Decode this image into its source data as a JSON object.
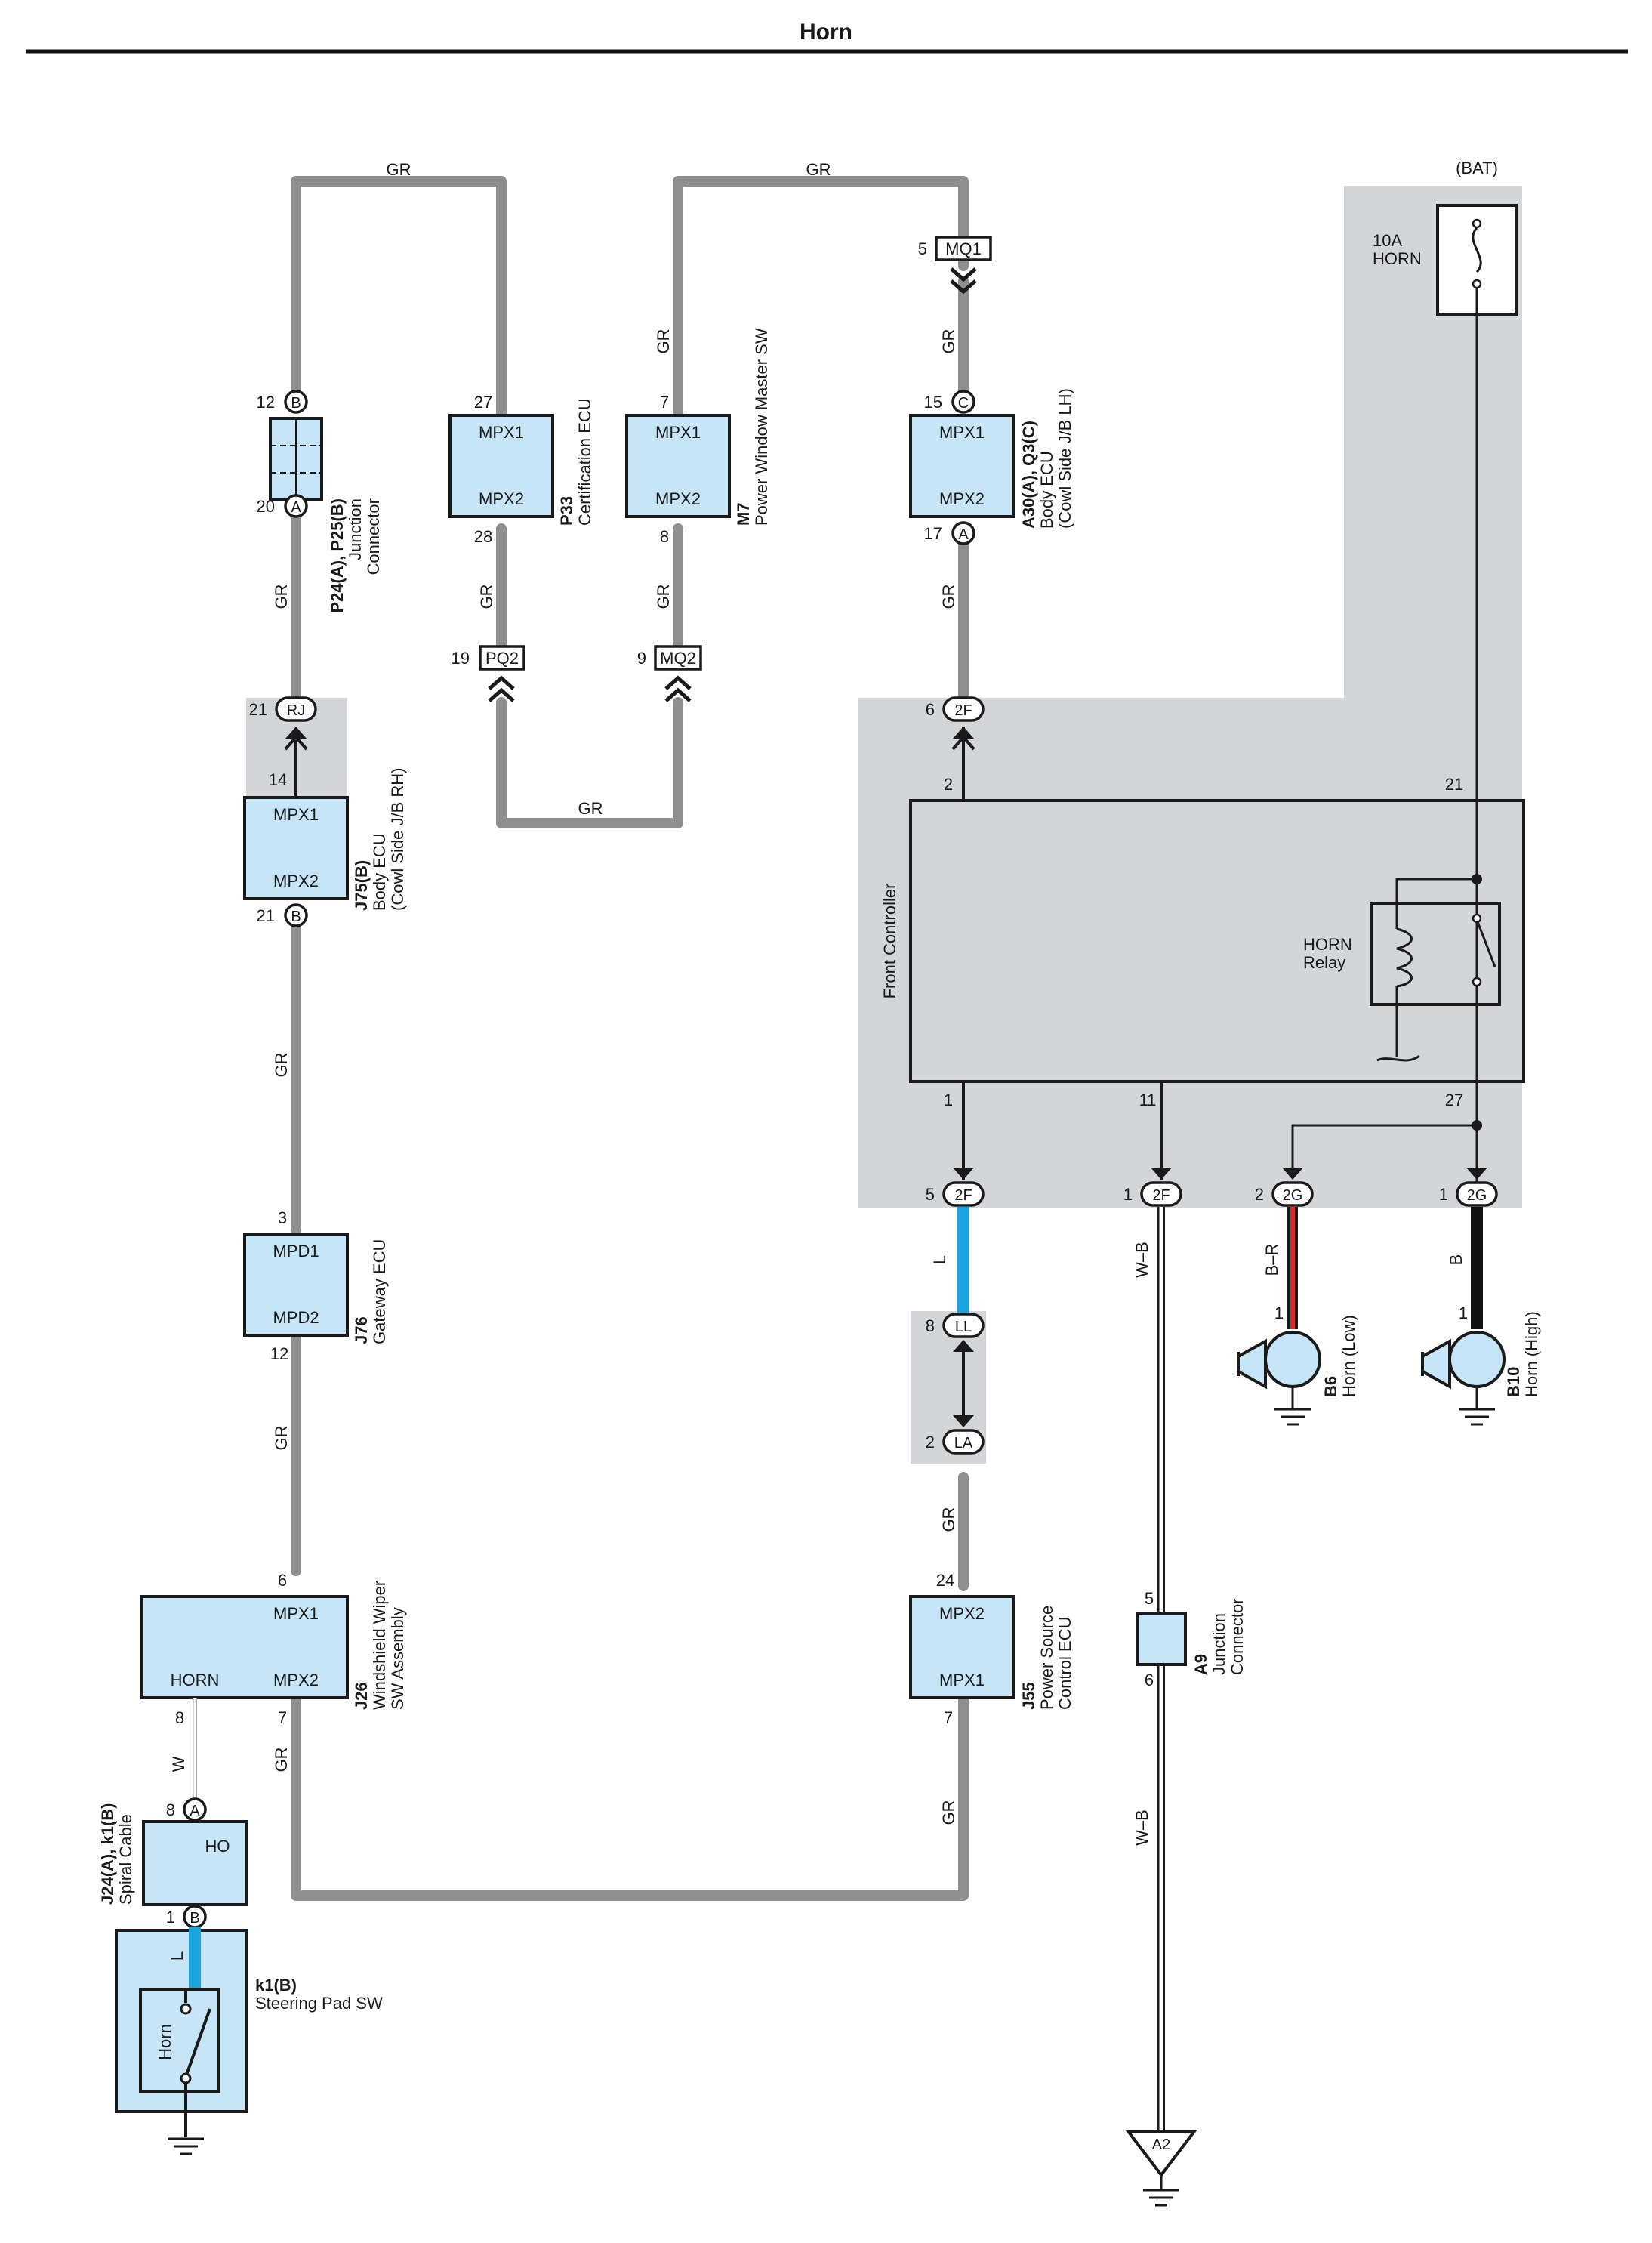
{
  "title": "Horn",
  "wires": {
    "gr": "GR",
    "l": "L",
    "w": "W",
    "wb": "W–B",
    "br": "B–R",
    "b": "B"
  },
  "colors": {
    "gr_wire": "#8f8f8f",
    "l_wire": "#1aa3dc",
    "br_wire": "#d62a2a",
    "b_wire": "#111111",
    "component_fill": "#c6e6f7",
    "shade": "#d3d5d8"
  },
  "components": {
    "p24": {
      "id": "P24(A), P25(B)",
      "name1": "Junction",
      "name2": "Connector",
      "pin_top": "12",
      "conn_top": "B",
      "pin_bottom": "20",
      "conn_bottom": "A"
    },
    "p33": {
      "id": "P33",
      "name1": "Certification ECU",
      "pin_top": "27",
      "pin_bottom": "28",
      "t1": "MPX1",
      "t2": "MPX2"
    },
    "m7": {
      "id": "M7",
      "name1": "Power Window Master SW",
      "pin_top": "7",
      "pin_bottom": "8",
      "t1": "MPX1",
      "t2": "MPX2"
    },
    "a30": {
      "id": "A30(A), Q3(C)",
      "name1": "Body ECU",
      "name2": "(Cowl Side J/B LH)",
      "pin_top": "15",
      "conn_top": "C",
      "pin_bottom": "17",
      "conn_bottom": "A",
      "t1": "MPX1",
      "t2": "MPX2"
    },
    "j75": {
      "id": "J75(B)",
      "name1": "Body ECU",
      "name2": "(Cowl Side J/B RH)",
      "pin_top": "14",
      "pin_bottom": "21",
      "conn_bottom": "B",
      "t1": "MPX1",
      "t2": "MPX2"
    },
    "j76": {
      "id": "J76",
      "name1": "Gateway ECU",
      "pin_top": "3",
      "pin_bottom": "12",
      "t1": "MPD1",
      "t2": "MPD2"
    },
    "j26": {
      "id": "J26",
      "name1": "Windshield Wiper",
      "name2": "SW Assembly",
      "pin_top": "6",
      "pin_horn": "8",
      "pin_mpx2": "7",
      "t1": "MPX1",
      "t2": "MPX2",
      "t3": "HORN"
    },
    "j24": {
      "id": "J24(A), k1(B)",
      "name1": "Spiral Cable",
      "pin_top": "8",
      "conn_top": "A",
      "pin_bottom": "1",
      "conn_bottom": "B",
      "t1": "HO"
    },
    "k1": {
      "id": "k1(B)",
      "name1": "Steering Pad SW",
      "t1": "Horn"
    },
    "j55": {
      "id": "J55",
      "name1": "Power Source",
      "name2": "Control ECU",
      "pin_top": "24",
      "pin_bottom": "7",
      "t1": "MPX2",
      "t2": "MPX1"
    },
    "a9": {
      "id": "A9",
      "name1": "Junction",
      "name2": "Connector",
      "pin_top": "5",
      "pin_bottom": "6"
    },
    "front": {
      "name": "Front Controller",
      "pin_2": "2",
      "pin_21": "21",
      "pin_1": "1",
      "pin_11": "11",
      "pin_27": "27",
      "relay1": "HORN",
      "relay2": "Relay"
    },
    "fuse": {
      "bat": "(BAT)",
      "rating": "10A",
      "name": "HORN"
    },
    "b6": {
      "id": "B6",
      "name1": "Horn (Low)",
      "pin": "1"
    },
    "b10": {
      "id": "B10",
      "name1": "Horn (High)",
      "pin": "1"
    },
    "ground": {
      "a2": "A2"
    }
  },
  "connectors": {
    "mq1": {
      "label": "MQ1",
      "pin": "5"
    },
    "pq2": {
      "label": "PQ2",
      "pin": "19"
    },
    "mq2": {
      "label": "MQ2",
      "pin": "9"
    },
    "rj": {
      "label": "RJ",
      "pin": "21"
    },
    "f2f_top": {
      "label": "2F",
      "pin": "6"
    },
    "f2f_l": {
      "label": "2F",
      "pin": "5"
    },
    "f2f_wb": {
      "label": "2F",
      "pin": "1"
    },
    "g2g_low": {
      "label": "2G",
      "pin": "2"
    },
    "g2g_high": {
      "label": "2G",
      "pin": "1"
    },
    "ll": {
      "label": "LL",
      "pin": "8"
    },
    "la": {
      "label": "LA",
      "pin": "2"
    }
  }
}
